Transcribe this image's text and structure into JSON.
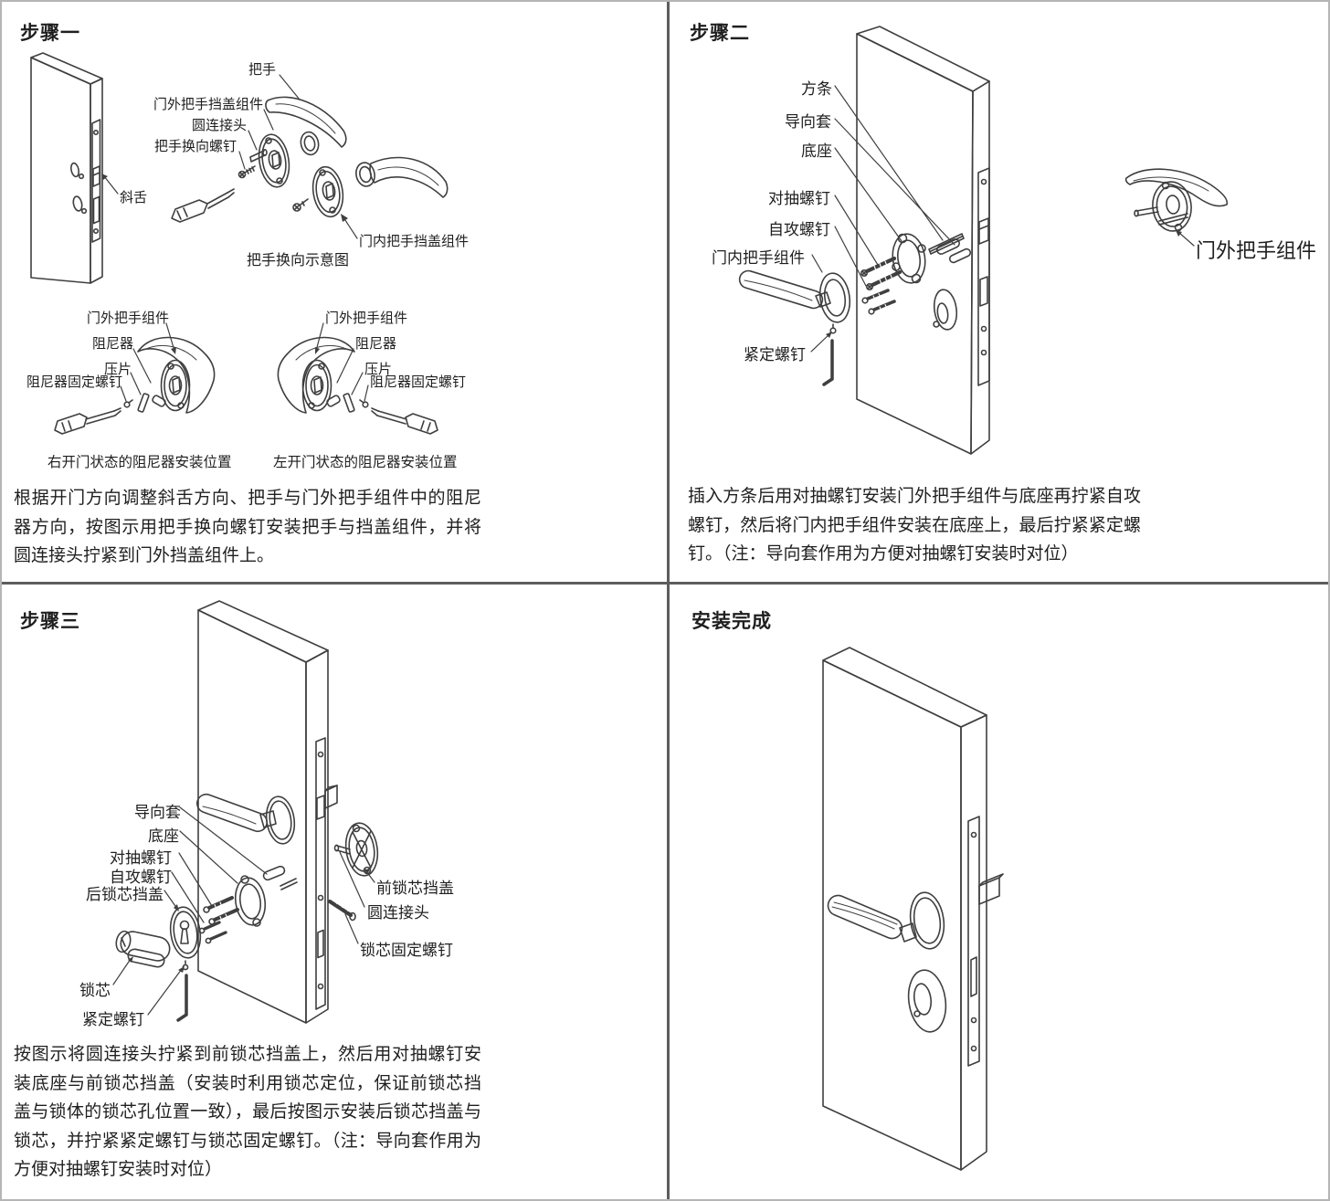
{
  "colors": {
    "background": "#ffffff",
    "line": "#3f3f3f",
    "text": "#1f1f1f",
    "divider": "#5d5d5d",
    "border": "#b5b5b5"
  },
  "step1": {
    "title": "步骤一",
    "labels": {
      "handle": "把手",
      "outside_cover": "门外把手挡盖组件",
      "round_connector": "圆连接头",
      "reversing_screw": "把手换向螺钉",
      "latch": "斜舌",
      "inside_cover": "门内把手挡盖组件",
      "diagram_caption": "把手换向示意图",
      "outside_assembly": "门外把手组件",
      "damper": "阻尼器",
      "plate": "压片",
      "damper_screw": "阻尼器固定螺钉",
      "caption_right_open": "右开门状态的阻尼器安装位置",
      "caption_left_open": "左开门状态的阻尼器安装位置"
    },
    "body": "根据开门方向调整斜舌方向、把手与门外把手组件中的阻尼器方向，按图示用把手换向螺钉安装把手与挡盖组件，并将圆连接头拧紧到门外挡盖组件上。"
  },
  "step2": {
    "title": "步骤二",
    "labels": {
      "square_bar": "方条",
      "guide_sleeve": "导向套",
      "base": "底座",
      "through_screw": "对抽螺钉",
      "tapping_screw": "自攻螺钉",
      "inside_handle": "门内把手组件",
      "set_screw": "紧定螺钉",
      "outside_handle": "门外把手组件"
    },
    "body": "插入方条后用对抽螺钉安装门外把手组件与底座再拧紧自攻螺钉，然后将门内把手组件安装在底座上，最后拧紧紧定螺钉。（注：导向套作用为方便对抽螺钉安装时对位）"
  },
  "step3": {
    "title": "步骤三",
    "labels": {
      "guide_sleeve": "导向套",
      "base": "底座",
      "through_screw": "对抽螺钉",
      "tapping_screw": "自攻螺钉",
      "rear_cylinder_cover": "后锁芯挡盖",
      "cylinder": "锁芯",
      "set_screw": "紧定螺钉",
      "front_cylinder_cover": "前锁芯挡盖",
      "round_connector": "圆连接头",
      "cylinder_fixing_screw": "锁芯固定螺钉"
    },
    "body": "按图示将圆连接头拧紧到前锁芯挡盖上，然后用对抽螺钉安装底座与前锁芯挡盖（安装时利用锁芯定位，保证前锁芯挡盖与锁体的锁芯孔位置一致），最后按图示安装后锁芯挡盖与锁芯，并拧紧紧定螺钉与锁芯固定螺钉。（注：导向套作用为方便对抽螺钉安装时对位）"
  },
  "step4": {
    "title": "安装完成"
  }
}
